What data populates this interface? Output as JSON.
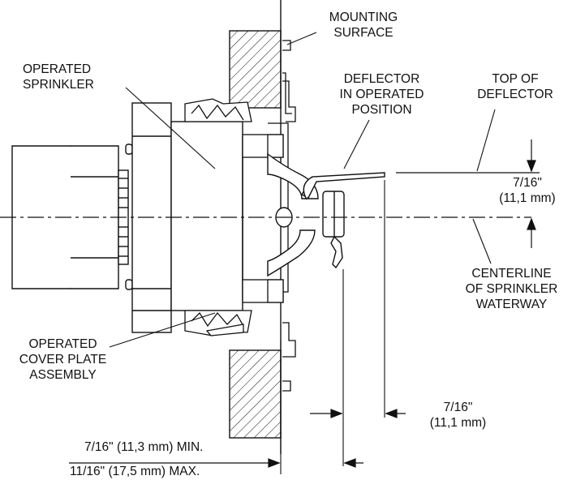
{
  "labels": {
    "mounting_surface": [
      "MOUNTING",
      "SURFACE"
    ],
    "operated_sprinkler": [
      "OPERATED",
      "SPRINKLER"
    ],
    "deflector_operated": [
      "DEFLECTOR",
      "IN OPERATED",
      "POSITION"
    ],
    "top_of_deflector": [
      "TOP OF",
      "DEFLECTOR"
    ],
    "dim_top": [
      "7/16\"",
      "(11,1 mm)"
    ],
    "centerline": [
      "CENTERLINE",
      "OF SPRINKLER",
      "WATERWAY"
    ],
    "cover_plate": [
      "OPERATED",
      "COVER PLATE",
      "ASSEMBLY"
    ],
    "dim_bottom": [
      "7/16\"",
      "(11,1 mm)"
    ],
    "dim_min": "7/16\" (11,3 mm) MIN.",
    "dim_max": "11/16\" (17,5 mm) MAX."
  }
}
